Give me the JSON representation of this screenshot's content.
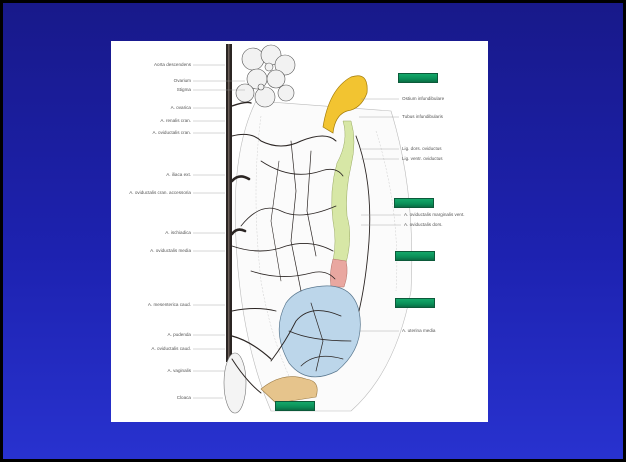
{
  "colors": {
    "background_top": "#18198a",
    "background_bottom": "#2832cf",
    "answer_tag": "#0fa064"
  },
  "left_labels": [
    "Aorta descendens",
    "Ovarium",
    "Stigma",
    "A. ovarica",
    "A. renalis cran.",
    "A. oviductalis cran.",
    "A. iliaca ext.",
    "A. oviductalis cran. accessoria",
    "A. ischiadica",
    "A. oviductalis media",
    "A. mesenterica caud.",
    "A. pudenda",
    "A. oviductalis caud.",
    "A. vaginalis",
    "Cloaca"
  ],
  "right_labels": [
    "Ostium infundibulare",
    "Tubus infundibularis",
    "Lig. dors. oviductus",
    "Lig. ventr. oviductus",
    "A. oviductalis marginalis vent.",
    "A. oviductalis dors.",
    "A. uterina media"
  ],
  "answer_tags": [
    "",
    "",
    "",
    "",
    ""
  ]
}
